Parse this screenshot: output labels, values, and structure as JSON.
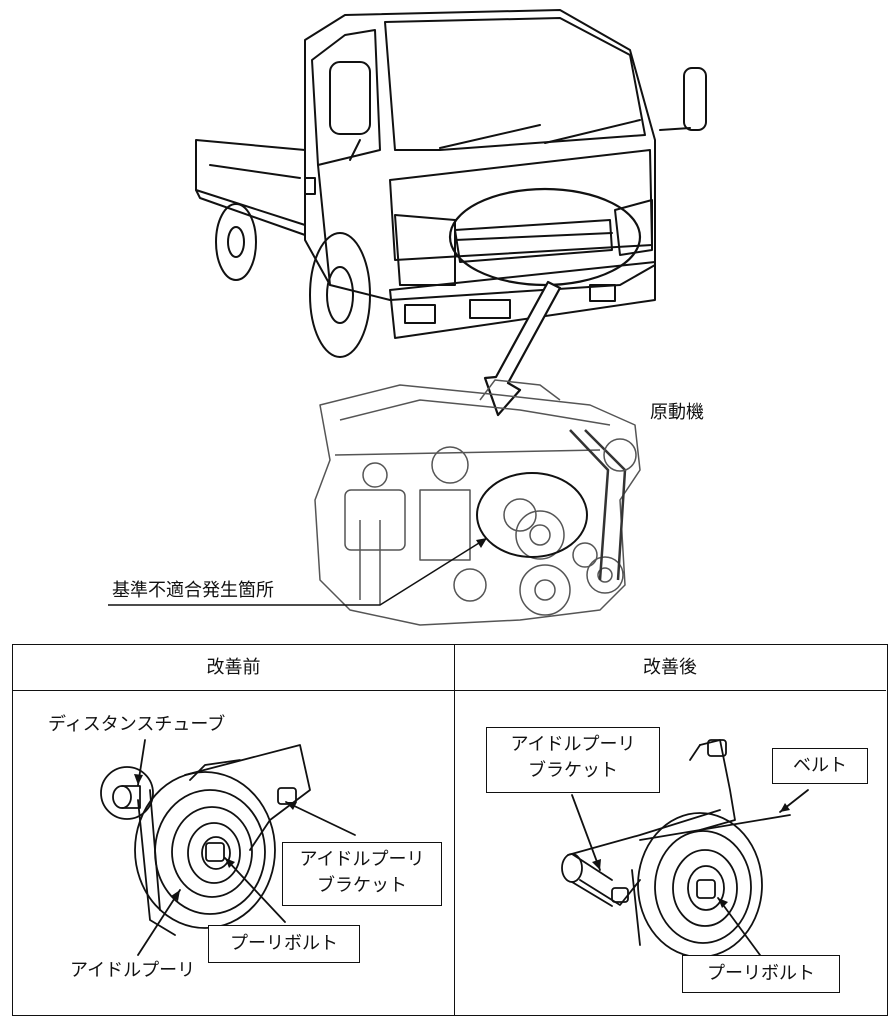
{
  "overview": {
    "engine_label": "原動機",
    "defect_location_label": "基準不適合発生箇所"
  },
  "comparison": {
    "before": {
      "header": "改善前",
      "labels": {
        "distance_tube": "ディスタンスチューブ",
        "bracket_line1": "アイドルプーリ",
        "bracket_line2": "ブラケット",
        "pulley_bolt": "プーリボルト",
        "idle_pulley": "アイドルプーリ"
      }
    },
    "after": {
      "header": "改善後",
      "labels": {
        "bracket_line1": "アイドルプーリ",
        "bracket_line2": "ブラケット",
        "belt": "ベルト",
        "pulley_bolt": "プーリボルト"
      }
    }
  }
}
